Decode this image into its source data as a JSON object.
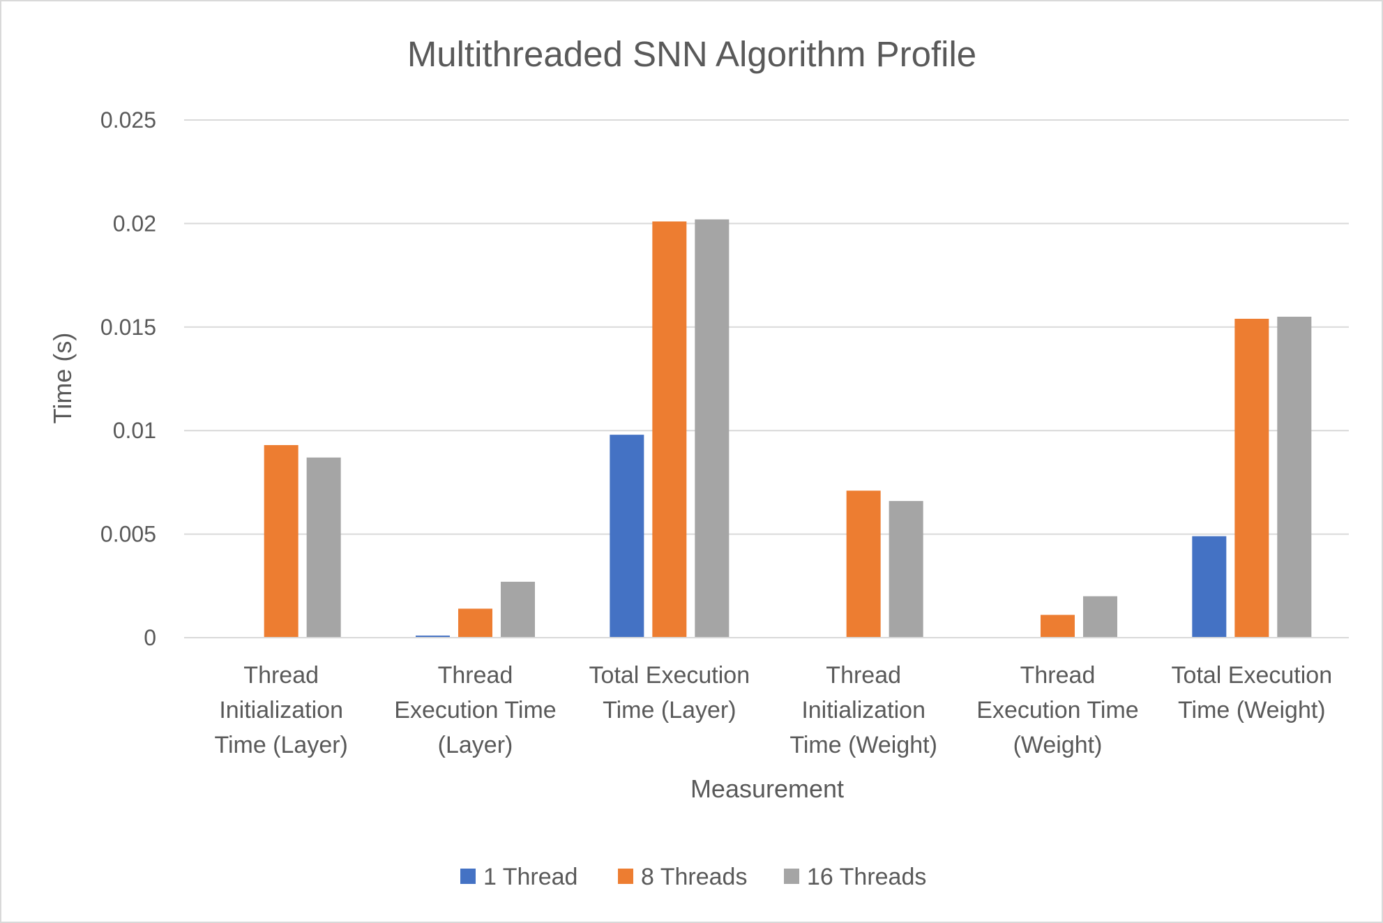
{
  "chart_data": {
    "type": "bar",
    "title": "Multithreaded SNN Algorithm Profile",
    "xlabel": "Measurement",
    "ylabel": "Time (s)",
    "ylim": [
      0,
      0.025
    ],
    "yticks": [
      "0",
      "0.005",
      "0.01",
      "0.015",
      "0.02",
      "0.025"
    ],
    "categories": [
      [
        "Thread",
        "Initialization",
        "Time (Layer)"
      ],
      [
        "Thread",
        "Execution Time",
        "(Layer)"
      ],
      [
        "Total Execution",
        "Time (Layer)"
      ],
      [
        "Thread",
        "Initialization",
        "Time (Weight)"
      ],
      [
        "Thread",
        "Execution Time",
        "(Weight)"
      ],
      [
        "Total Execution",
        "Time (Weight)"
      ]
    ],
    "series": [
      {
        "name": "1 Thread",
        "color": "#4472c4",
        "values": [
          0,
          0.0001,
          0.0098,
          0,
          0,
          0.0049
        ]
      },
      {
        "name": "8 Threads",
        "color": "#ed7d31",
        "values": [
          0.0093,
          0.0014,
          0.0201,
          0.0071,
          0.0011,
          0.0154
        ]
      },
      {
        "name": "16 Threads",
        "color": "#a5a5a5",
        "values": [
          0.0087,
          0.0027,
          0.0202,
          0.0066,
          0.002,
          0.0155
        ]
      }
    ],
    "grid": true,
    "legend_position": "bottom"
  }
}
